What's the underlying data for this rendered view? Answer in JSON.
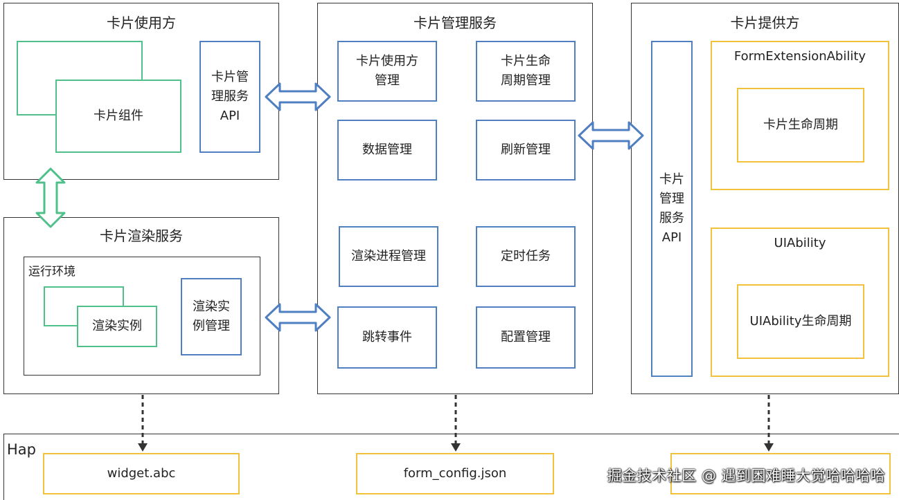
{
  "consumer": {
    "title": "卡片使用方",
    "component_label": "卡片组件",
    "api_label": "卡片管\n理服务\nAPI"
  },
  "render_service": {
    "title": "卡片渲染服务",
    "env_label": "运行环境",
    "instance_label": "渲染实例",
    "instance_mgmt_label": "渲染实\n例管理"
  },
  "manager": {
    "title": "卡片管理服务",
    "items": [
      "卡片使用方\n管理",
      "卡片生命\n周期管理",
      "数据管理",
      "刷新管理",
      "渲染进程管理",
      "定时任务",
      "跳转事件",
      "配置管理"
    ]
  },
  "provider": {
    "title": "卡片提供方",
    "api_label": "卡片\n管理\n服务\nAPI",
    "form_ext_title": "FormExtensionAbility",
    "form_ext_inner": "卡片生命周期",
    "uiability_title": "UIAbility",
    "uiability_inner": "UIAbility生命周期"
  },
  "hap": {
    "title": "Hap",
    "files": [
      "widget.abc",
      "form_config.json",
      ""
    ]
  },
  "watermark": "掘金技术社区 @ 遇到困难睡大觉哈哈哈哈",
  "colors": {
    "blue": "#4f7fc0",
    "green": "#4fc08a",
    "yellow": "#f2c23c"
  }
}
